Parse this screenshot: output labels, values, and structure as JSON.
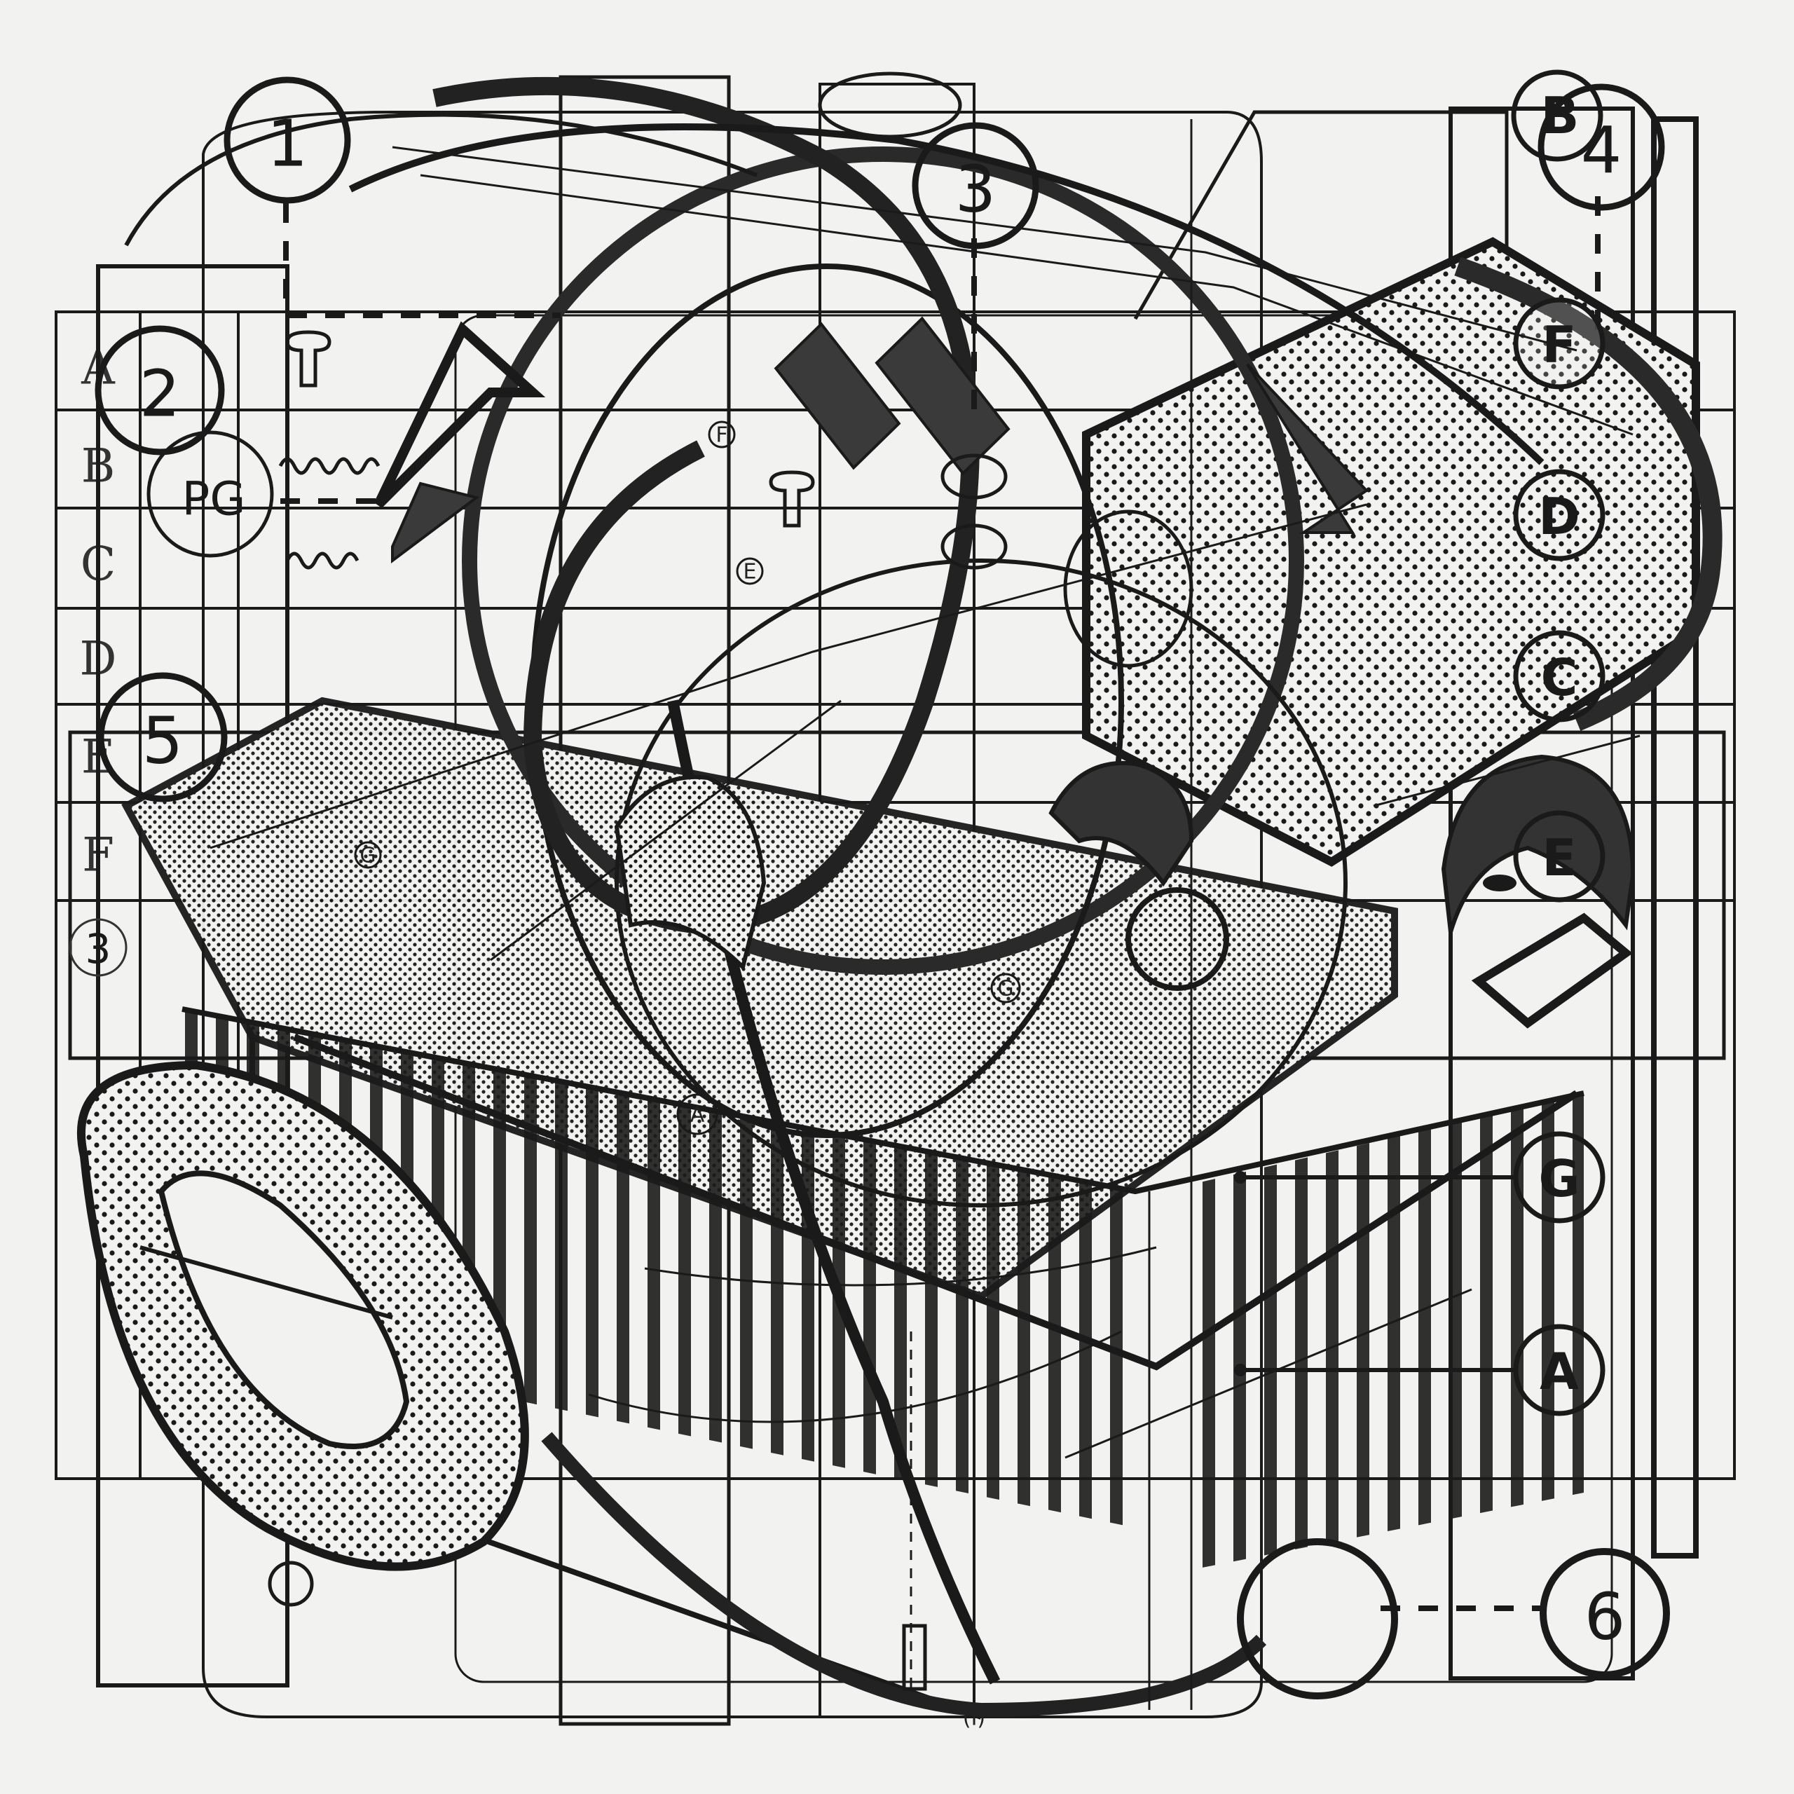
{
  "artwork": {
    "type": "collage of overlaid technical instruction diagrams",
    "palette": {
      "background": "#f2f2f0",
      "ink": "#1a1a1a",
      "halftone": "#2a2a2a",
      "mid_gray": "#3a3a3a"
    }
  },
  "callouts": {
    "numbered": [
      {
        "id": "1",
        "label": "1"
      },
      {
        "id": "2",
        "label": "2"
      },
      {
        "id": "3",
        "label": "3"
      },
      {
        "id": "4",
        "label": "4"
      },
      {
        "id": "5",
        "label": "5"
      },
      {
        "id": "6",
        "label": "6"
      }
    ],
    "lettered": [
      {
        "id": "B",
        "label": "B"
      },
      {
        "id": "F",
        "label": "F"
      },
      {
        "id": "D",
        "label": "D"
      },
      {
        "id": "C",
        "label": "C"
      },
      {
        "id": "E",
        "label": "E"
      },
      {
        "id": "G",
        "label": "G"
      },
      {
        "id": "A",
        "label": "A"
      }
    ],
    "pg": {
      "label": "PG"
    },
    "small_circled_3": {
      "label": "3"
    }
  },
  "grid_rows": [
    "A",
    "B",
    "C",
    "D",
    "E",
    "F"
  ],
  "small_part_labels": [
    "F",
    "E",
    "G",
    "G",
    "A",
    "I"
  ],
  "footer_mark": {
    "label": "(I)"
  }
}
